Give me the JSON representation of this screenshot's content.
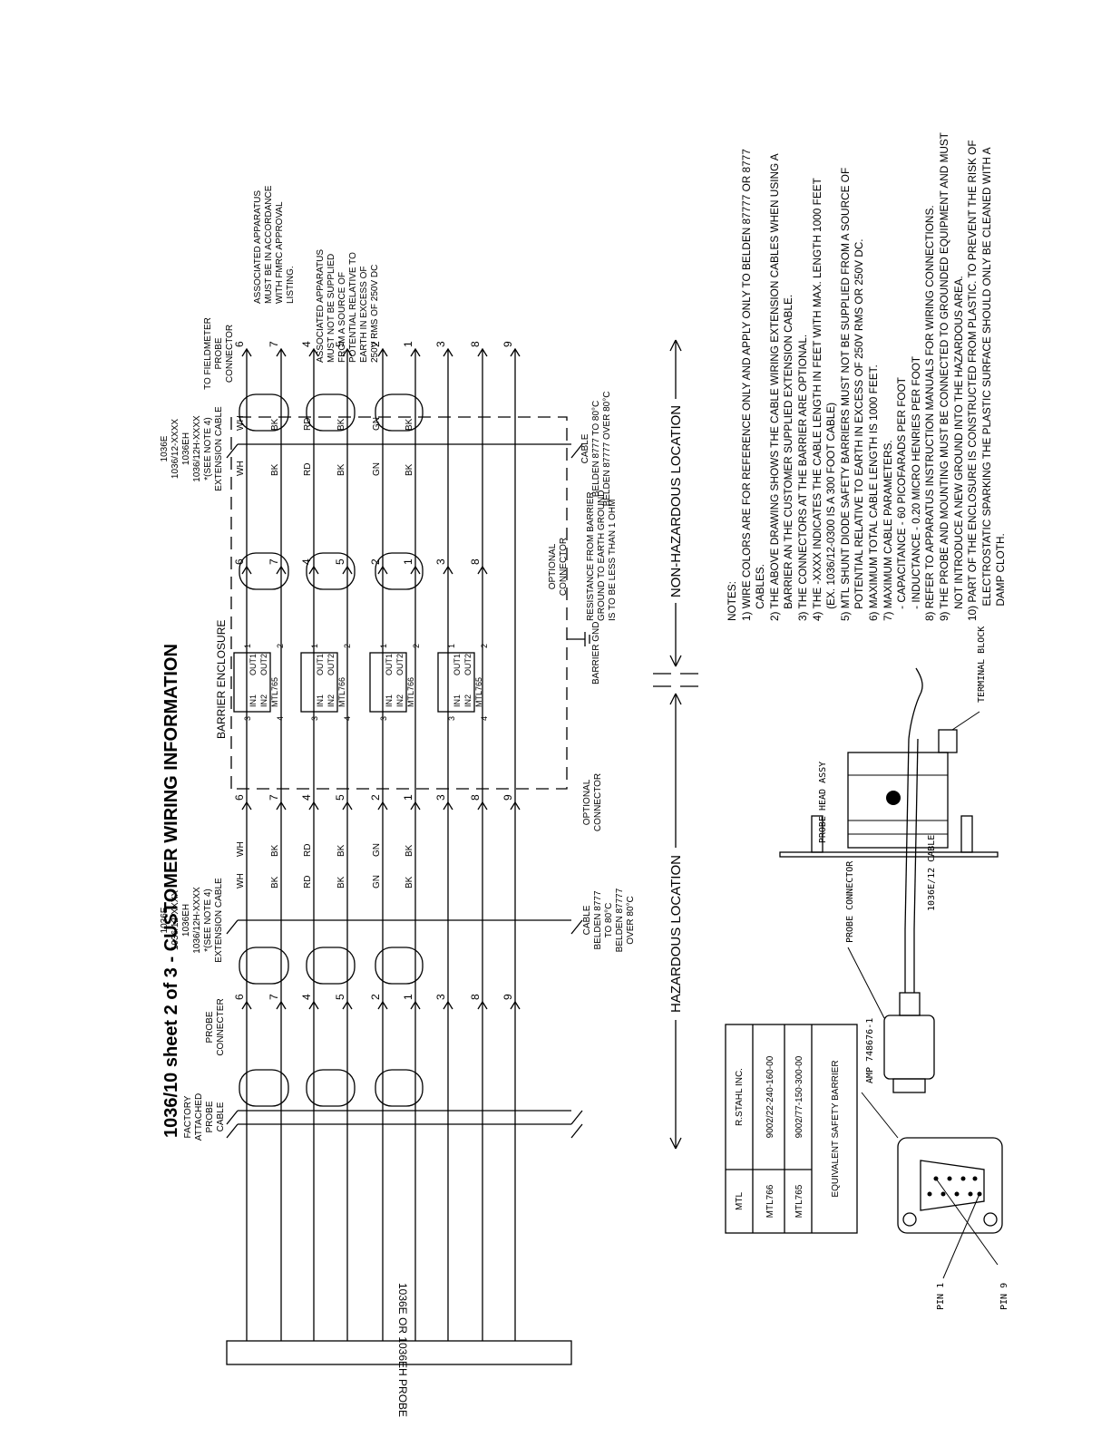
{
  "title": "1036/10 sheet 2 of 3  - CUSTOMER WIRING INFORMATION",
  "left_cable": {
    "lines": [
      "1036E",
      "1036/12-XXXX",
      "1036EH",
      "1036/12H-XXXX",
      "*(SEE NOTE 4)",
      "EXTENSION CABLE"
    ],
    "cable_note": [
      "CABLE",
      "BELDEN 8777",
      "TO 80°C",
      "BELDEN 87777",
      "OVER 80°C"
    ]
  },
  "right_cable": {
    "lines": [
      "1036E",
      "1036/12-XXXX",
      "1036EH",
      "1036/12H-XXXX",
      "*(SEE NOTE 4)",
      "EXTENSION CABLE"
    ],
    "cable_note": [
      "CABLE",
      "BELDEN 8777 TO 80°C",
      "BELDEN 87777 OVER 80°C"
    ]
  },
  "factory_cable": [
    "FACTORY",
    "ATTACHED",
    "PROBE",
    "CABLE"
  ],
  "probe_connector": [
    "PROBE",
    "CONNECTER"
  ],
  "probe_label": "1036E OR 1036EH PROBE",
  "barrier_enclosure": "BARRIER ENCLOSURE",
  "optional_connector": [
    "OPTIONAL",
    "CONNECTOR"
  ],
  "barrier_gnd": "BARRIER GND",
  "resistance_note": [
    "RESISTANCE FROM BARRIER",
    "GROUND TO EARTH GROUND",
    "IS TO BE LESS THAN 1 OHM"
  ],
  "fieldmeter": [
    "TO FIELDMETER",
    "PROBE",
    "CONNECTOR"
  ],
  "assoc_note_1": [
    "ASSOCIATED APPARATUS",
    "MUST BE IN ACCORDANCE",
    "WITH FMRC APPROVAL",
    "LISTING."
  ],
  "assoc_note_2": [
    "ASSOCIATED APPARATUS",
    "MUST NOT BE SUPPLIED",
    "FROM A SOURCE OF",
    "POTENTIAL RELATIVE TO",
    "EARTH IN EXCESS OF",
    "250V RMS OF 250V DC"
  ],
  "pins": [
    "6",
    "7",
    "4",
    "5",
    "2",
    "1",
    "3",
    "8",
    "9"
  ],
  "wire_colors": [
    "WH",
    "BK",
    "RD",
    "BK",
    "GN",
    "BK"
  ],
  "barrier_pins": {
    "in1": "IN1",
    "in2": "IN2",
    "out1": "OUT1",
    "out2": "OUT2",
    "p3": "3",
    "p4": "4",
    "p1": "1",
    "p2": "2"
  },
  "barrier_models": [
    "MTL765",
    "MTL766",
    "MTL766",
    "MTL765"
  ],
  "hazardous": "HAZARDOUS LOCATION",
  "non_hazardous": "NON-HAZARDOUS LOCATION",
  "equiv_table": {
    "rows": [
      [
        "MTL765",
        "9002/77-150-300-00"
      ],
      [
        "MTL766",
        "9002/22-240-160-00"
      ],
      [
        "MTL",
        "R.STAHL INC."
      ]
    ],
    "footer": "EQUIVALENT SAFETY BARRIER"
  },
  "part_labels": {
    "amp": "AMP 748676-1",
    "pin1": "PIN 1",
    "pin9": "PIN 9",
    "probe_connector": "PROBE CONNECTOR",
    "cable": "1036E/12 CABLE",
    "head": "PROBE HEAD ASSY",
    "terminal": "TERMINAL BLOCK"
  },
  "notes": [
    "NOTES:",
    "1) WIRE COLORS ARE FOR REFERENCE ONLY AND APPLY ONLY TO BELDEN 87777 OR 8777",
    "    CABLES.",
    "2) THE ABOVE DRAWING SHOWS THE CABLE WIRING EXTENSION CABLES WHEN USING A",
    "    BARRIER AN THE CUSTOMER SUPPLIED EXTENSION CABLE.",
    "3) THE CONNECTORS AT THE BARRIER ARE OPTIONAL.",
    "4) THE -XXXX INDICATES THE CABLE LENGTH IN FEET WITH MAX. LENGTH 1000 FEET",
    "    (EX. 1036/12-0300 IS A 300 FOOT CABLE)",
    "5) MTL SHUNT DIODE SAFETY BARRIERS MUST NOT BE SUPPLIED FROM A SOURCE OF",
    "    POTENTIAL RELATIVE TO EARTH IN EXCESS OF 250V RMS OR 250V DC.",
    "6) MAXIMUM TOTAL CABLE LENGTH IS 1000 FEET.",
    "7) MAXIMUM CABLE PARAMETERS.",
    "    - CAPACITANCE - 60 PICOFARADS PER FOOT",
    "    - INDUCTANCE - 0.20 MICRO HENRIES PER FOOT",
    "8) REFER TO APPARATUS INSTRUCTION MANUALS FOR WIRING CONNECTIONS.",
    "9) THE PROBE AND MOUNTING MUST BE CONNECTED TO GROUNDED EQUIPMENT AND MUST",
    "    NOT INTRODUCE A NEW GROUND INTO THE HAZARDOUS AREA.",
    "10) PART OF THE ENCLOSURE IS CONSTRUCTED FROM PLASTIC. TO PREVENT THE RISK OF",
    "     ELECTROSTATIC SPARKING THE PLASTIC SURFACE SHOULD ONLY BE CLEANED WITH A",
    "     DAMP CLOTH."
  ]
}
